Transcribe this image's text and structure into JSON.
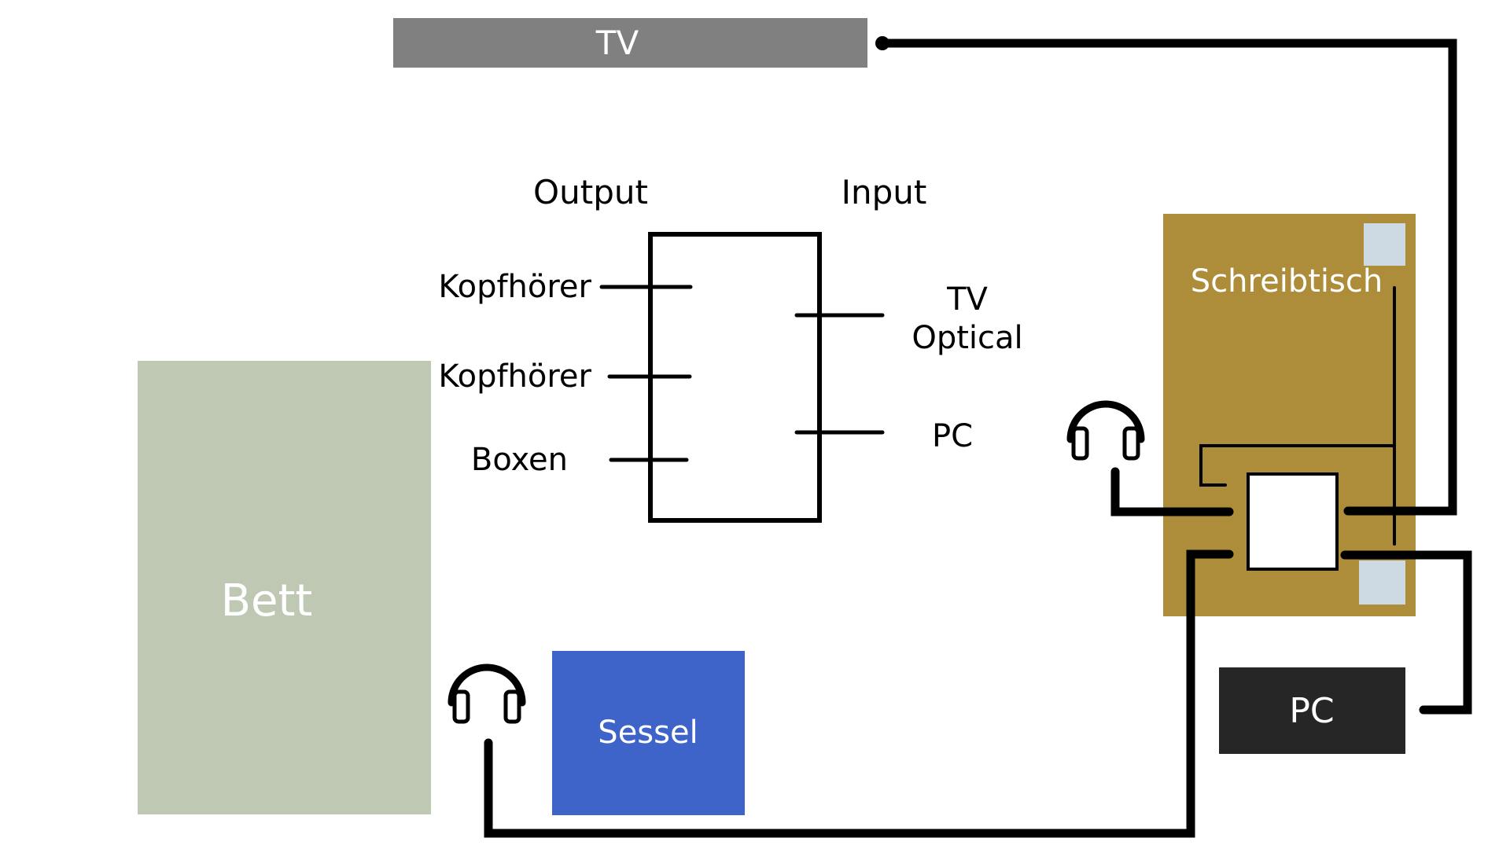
{
  "rooms": {
    "tv": "TV",
    "bett": "Bett",
    "sessel": "Sessel",
    "schreibtisch": "Schreibtisch",
    "pc": "PC"
  },
  "switch_box": {
    "output_header": "Output",
    "input_header": "Input",
    "output_ports": [
      "Kopfhörer",
      "Kopfhörer",
      "Boxen"
    ],
    "input_port_tv": [
      "TV",
      "Optical"
    ],
    "input_port_pc": "PC"
  },
  "icons": {
    "desk_headphones": "headphones-icon",
    "sessel_headphones": "headphones-icon"
  },
  "colors": {
    "tv_fill": "#808080",
    "bett_fill": "#bec8b2",
    "sessel_fill": "#3e64c9",
    "desk_fill": "#ad8c3a",
    "pc_fill": "#262626",
    "accent_square": "#cdd9e3",
    "cable": "#000000",
    "label_text": "#000000",
    "room_text": "#ffffff"
  }
}
